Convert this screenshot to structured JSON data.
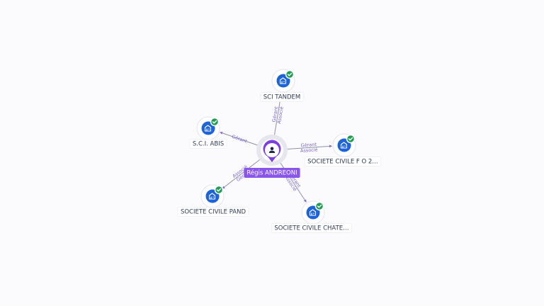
{
  "center": {
    "name": "Régis ANDREONI",
    "icon": "person-icon"
  },
  "companies": [
    {
      "id": "sci-tandem",
      "label": "SCI TANDEM",
      "icon": "building-icon",
      "status": "verified",
      "edge_labels": [
        "Gérant",
        "Associé"
      ]
    },
    {
      "id": "sci-abis",
      "label": "S.C.I. ABIS",
      "icon": "building-icon",
      "status": "verified",
      "edge_labels": [
        "Gérant"
      ]
    },
    {
      "id": "societe-civile-fo2",
      "label": "SOCIETE CIVILE F O 2…",
      "icon": "building-icon",
      "status": "verified",
      "edge_labels": [
        "Gérant",
        "Associé"
      ]
    },
    {
      "id": "societe-civile-pand",
      "label": "SOCIETE CIVILE PAND",
      "icon": "building-icon",
      "status": "verified",
      "edge_labels": [
        "Gérant",
        "Associé"
      ]
    },
    {
      "id": "societe-civile-chate",
      "label": "SOCIETE CIVILE CHATE…",
      "icon": "building-icon",
      "status": "verified",
      "edge_labels": [
        "Gérant",
        "Associé"
      ]
    }
  ],
  "colors": {
    "person": "#7b3fe4",
    "company": "#1d63d9",
    "verified": "#1f9d55",
    "edge_label": "#7d63cf"
  }
}
